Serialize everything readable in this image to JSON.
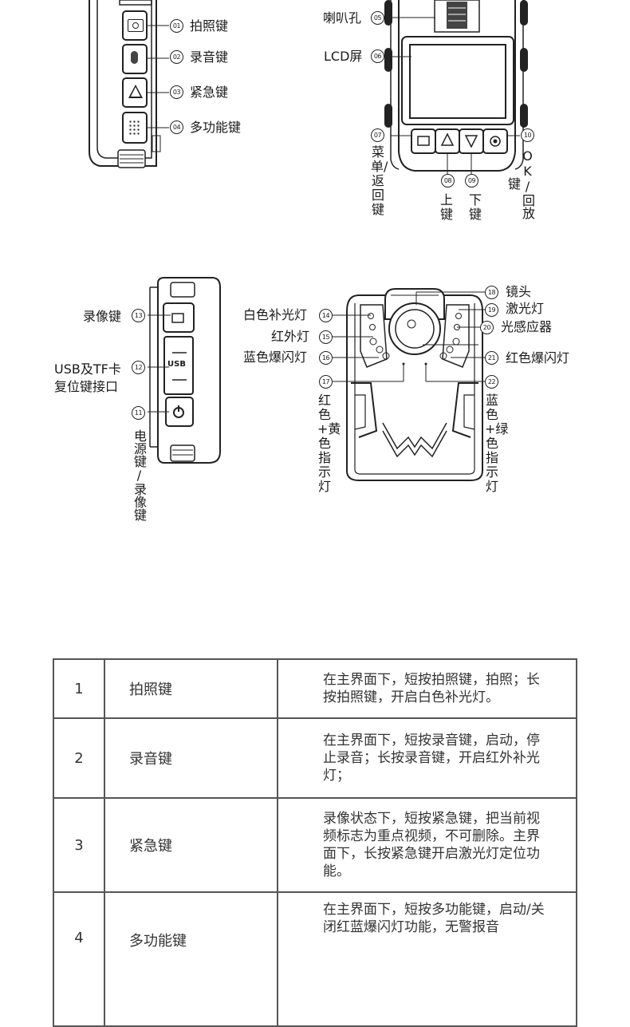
{
  "figure1": {
    "callouts": [
      {
        "num": "01",
        "label": "拍照键"
      },
      {
        "num": "02",
        "label": "录音键"
      },
      {
        "num": "03",
        "label": "紧急键"
      },
      {
        "num": "04",
        "label": "多功能键"
      }
    ]
  },
  "figure2": {
    "callouts_left": [
      {
        "num": "05",
        "label": "喇叭孔"
      },
      {
        "num": "06",
        "label": "LCD屏"
      }
    ],
    "callouts_bottom": [
      {
        "num": "07",
        "label": "菜单/返回键"
      },
      {
        "num": "08",
        "label": "上键"
      },
      {
        "num": "09",
        "label": "下键"
      },
      {
        "num": "10",
        "label": "OK/回放键"
      }
    ]
  },
  "figure3": {
    "usb_text": "USB",
    "callouts": [
      {
        "num": "13",
        "label": "录像键"
      },
      {
        "num": "12",
        "label": "USB及TF卡复位键接口"
      },
      {
        "num": "11",
        "label": "电源键/录像键"
      }
    ]
  },
  "figure4": {
    "callouts_left": [
      {
        "num": "14",
        "label": "白色补光灯"
      },
      {
        "num": "15",
        "label": "红外灯"
      },
      {
        "num": "16",
        "label": "蓝色爆闪灯"
      },
      {
        "num": "17",
        "label": "红色+黄色指示灯"
      }
    ],
    "callouts_right": [
      {
        "num": "18",
        "label": "镜头"
      },
      {
        "num": "19",
        "label": "激光灯"
      },
      {
        "num": "20",
        "label": "光感应器"
      },
      {
        "num": "21",
        "label": "红色爆闪灯"
      },
      {
        "num": "22",
        "label": "蓝色+绿色指示灯"
      }
    ]
  },
  "table": {
    "rows": [
      {
        "no": "1",
        "name": "拍照键",
        "desc": "在主界面下，短按拍照键，拍照；长按拍照键，开启白色补光灯。"
      },
      {
        "no": "2",
        "name": "录音键",
        "desc": "在主界面下，短按录音键，启动，停止录音；长按录音键，开启红外补光灯；"
      },
      {
        "no": "3",
        "name": "紧急键",
        "desc": "录像状态下，短按紧急键，把当前视频标志为重点视频，不可删除。主界面下，长按紧急键开启激光灯定位功能。"
      },
      {
        "no": "4",
        "name": "多功能键",
        "desc": "在主界面下，短按多功能键，启动/关闭红蓝爆闪灯功能，无警报音"
      }
    ]
  }
}
